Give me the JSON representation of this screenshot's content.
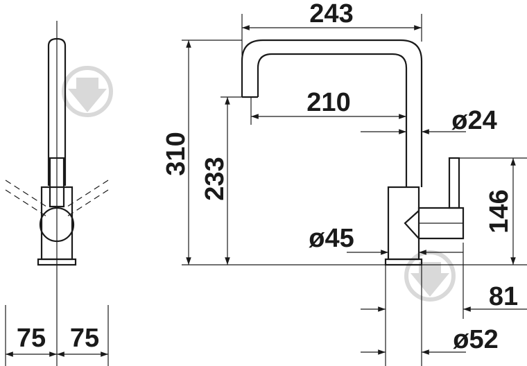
{
  "dimensions": {
    "spout_reach_outer": "243",
    "spout_reach_inner": "210",
    "total_height": "310",
    "spout_height": "233",
    "spout_diameter": "ø24",
    "body_height": "146",
    "body_diameter": "ø45",
    "lever_offset": "81",
    "base_diameter": "ø52",
    "swing_left": "75",
    "swing_right": "75"
  },
  "colors": {
    "line": "#1a1a1a",
    "watermark": "#d9d9d9",
    "background": "#ffffff"
  },
  "icons": [
    "watermark-icon"
  ]
}
